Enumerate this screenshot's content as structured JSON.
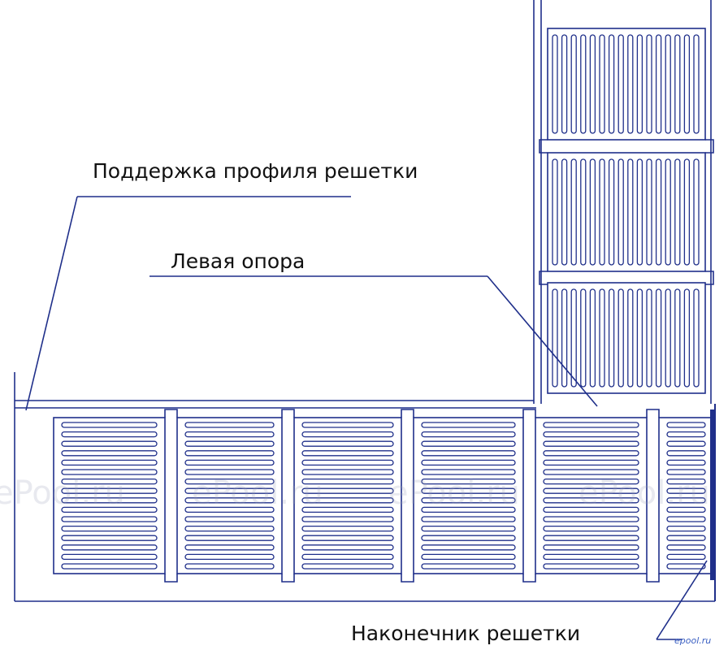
{
  "labels": {
    "grate_profile_support": "Поддержка профиля решетки",
    "left_support": "Левая опора",
    "grate_end_tip": "Наконечник решетки"
  },
  "watermark": {
    "text": "ePool.ru",
    "corner_text": "epool.ru"
  },
  "colors": {
    "line": "#1f2f8a",
    "text": "#111111",
    "watermark": "#9aa0b8",
    "corner_mark": "#3a5fc2"
  }
}
